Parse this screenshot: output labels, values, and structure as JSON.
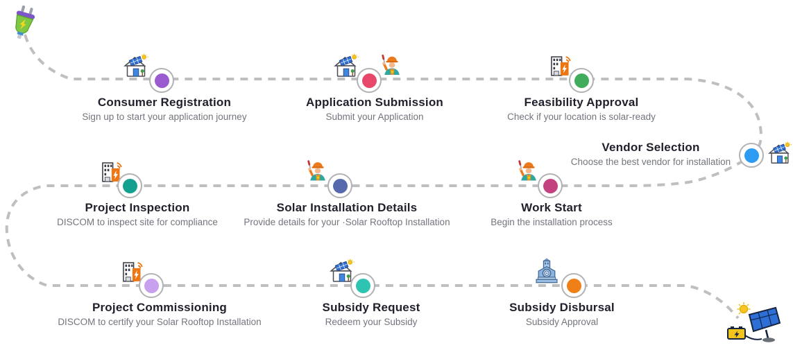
{
  "diagram": {
    "name": "Solar Rooftop Subsidy Application Journey",
    "path_color": "#bfbfbf",
    "title_color": "#21212d",
    "description_color": "#72757d",
    "start_icon": "power-plug-icon",
    "end_icon": "solar-panel-battery-icon",
    "steps": [
      {
        "title": "Consumer Registration",
        "description": "Sign up to start your application journey",
        "node_color": "#9a5ad0",
        "icons": [
          "solar-house-icon"
        ]
      },
      {
        "title": "Application Submission",
        "description": "Submit your Application",
        "node_color": "#e8466b",
        "icons": [
          "solar-house-icon",
          "installer-worker-icon"
        ]
      },
      {
        "title": "Feasibility Approval",
        "description": "Check if your location is solar-ready",
        "node_color": "#3fad5c",
        "icons": [
          "discom-building-icon"
        ]
      },
      {
        "title": "Vendor Selection",
        "description": "Choose the best vendor for installation",
        "node_color": "#2e9bf2",
        "icons": [
          "solar-house-icon"
        ]
      },
      {
        "title": "Project Inspection",
        "description": "DISCOM to inspect site for compliance",
        "node_color": "#13a08e",
        "icons": [
          "discom-building-icon"
        ]
      },
      {
        "title": "Solar Installation Details",
        "description": "Provide details for your ·Solar Rooftop Installation",
        "node_color": "#5769ad",
        "icons": [
          "installer-worker-icon"
        ]
      },
      {
        "title": "Work Start",
        "description": "Begin the installation process",
        "node_color": "#c4417f",
        "icons": [
          "installer-worker-icon"
        ]
      },
      {
        "title": "Project Commissioning",
        "description": "DISCOM to certify your Solar Rooftop Installation",
        "node_color": "#c7a1ee",
        "icons": [
          "discom-building-icon"
        ]
      },
      {
        "title": "Subsidy Request",
        "description": "Redeem your Subsidy",
        "node_color": "#2fc3b2",
        "icons": [
          "solar-house-icon"
        ]
      },
      {
        "title": "Subsidy Disbursal",
        "description": "Subsidy Approval",
        "node_color": "#ef8018",
        "icons": [
          "bank-building-icon"
        ]
      }
    ]
  }
}
